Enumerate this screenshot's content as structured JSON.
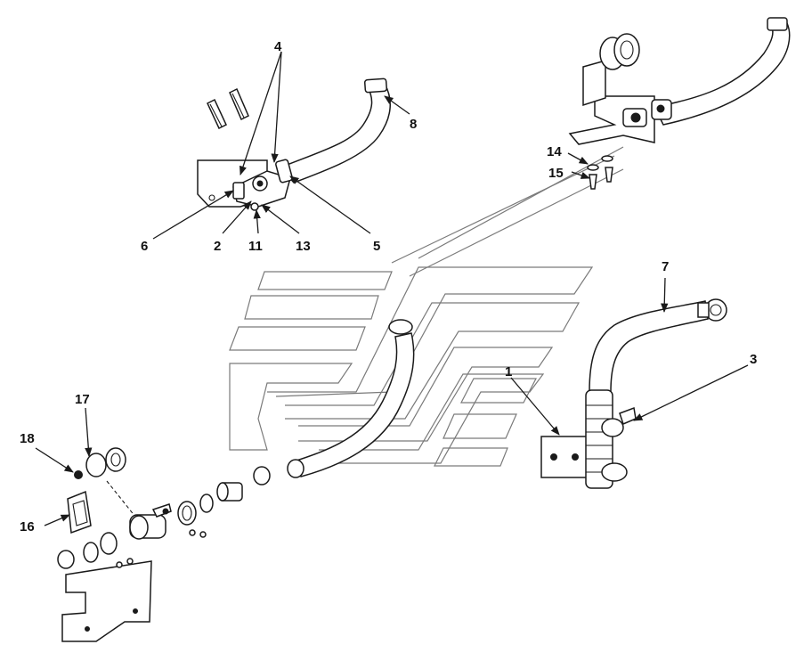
{
  "callouts": {
    "c1": "1",
    "c2": "2",
    "c3": "3",
    "c4": "4",
    "c5": "5",
    "c6": "6",
    "c7": "7",
    "c8": "8",
    "c11": "11",
    "c13": "13",
    "c14": "14",
    "c15": "15",
    "c16": "16",
    "c17": "17",
    "c18": "18"
  },
  "colors": {
    "ink": "#1a1a1a",
    "ghost_outline": "#7a7a7a",
    "background": "#ffffff"
  }
}
